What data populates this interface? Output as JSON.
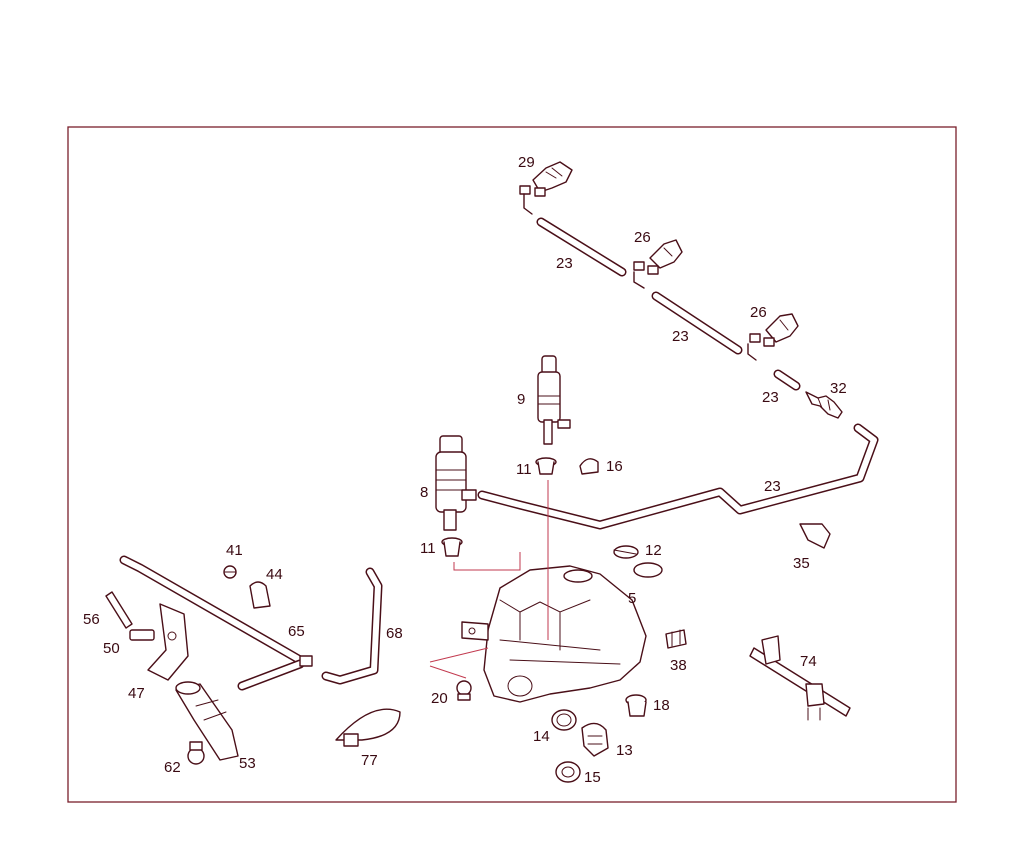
{
  "diagram": {
    "colors": {
      "frame": "#7a1f2b",
      "line": "#4a0f18",
      "leader": "#c23a4f",
      "text": "#3a0a12"
    },
    "callouts": {
      "c29": "29",
      "c26a": "26",
      "c26b": "26",
      "c23a": "23",
      "c23b": "23",
      "c23c": "23",
      "c23d": "23",
      "c32": "32",
      "c9": "9",
      "c11a": "11",
      "c16": "16",
      "c8": "8",
      "c11b": "11",
      "c12": "12",
      "c5": "5",
      "c35": "35",
      "c41": "41",
      "c44": "44",
      "c56": "56",
      "c65": "65",
      "c68": "68",
      "c50": "50",
      "c47": "47",
      "c38": "38",
      "c74": "74",
      "c20": "20",
      "c18": "18",
      "c14": "14",
      "c13": "13",
      "c15": "15",
      "c62": "62",
      "c53": "53",
      "c77": "77"
    }
  }
}
